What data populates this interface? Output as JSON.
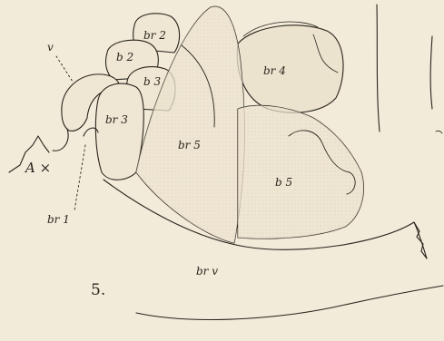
{
  "figure": {
    "number": "5.",
    "labels": {
      "v": "v",
      "br2": "br 2",
      "b2": "b 2",
      "b3": "b 3",
      "br3": "br 3",
      "br4": "br 4",
      "br5": "br 5",
      "b5": "b 5",
      "ax": "A ×",
      "br1": "br 1",
      "brv": "br v"
    }
  },
  "colors": {
    "paper": "#f2ebda",
    "ink": "#2a241c",
    "shade": "#d9cdb3"
  }
}
